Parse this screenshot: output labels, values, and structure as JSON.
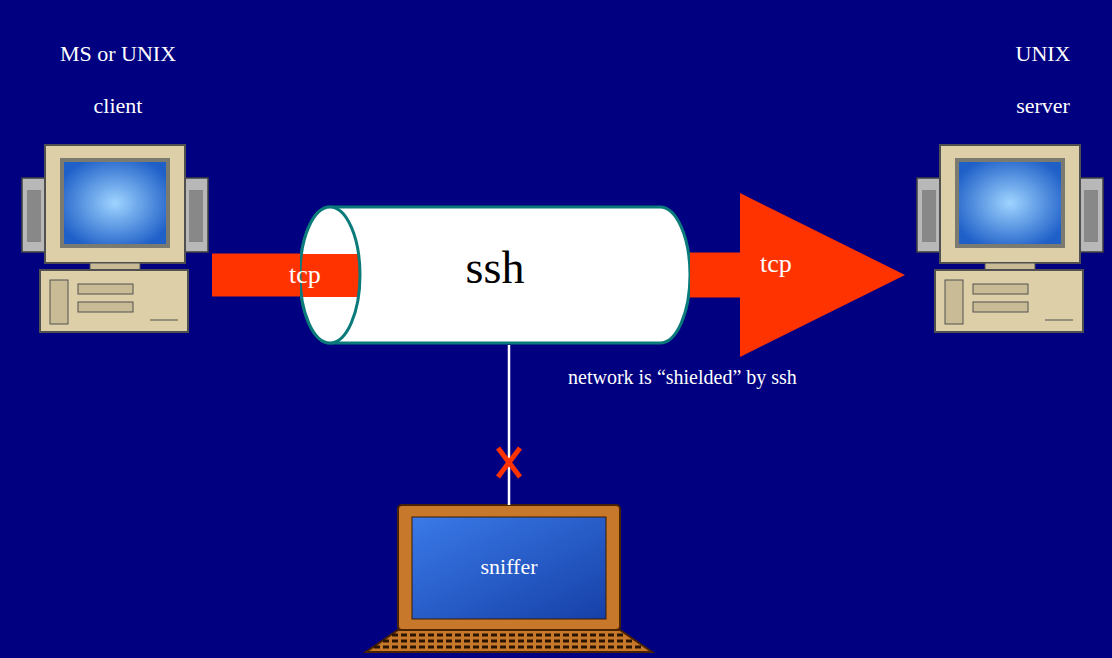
{
  "diagram": {
    "nodes": [
      {
        "text": [
          "MS or UNIX client"
        ]
      },
      {
        "text": [
          "ssh"
        ]
      },
      {
        "text": [
          "UNIX server"
        ]
      },
      {
        "text": [
          "sniffer"
        ]
      }
    ],
    "edges": [
      {
        "from": 0,
        "to": 1,
        "label": "tcp",
        "arrow": "none"
      },
      {
        "from": 1,
        "to": 2,
        "label": "tcp",
        "arrow": "to"
      },
      {
        "from": 3,
        "to": 1,
        "arrow": "none"
      }
    ],
    "labels": [
      "network is “shielded” by ssh"
    ]
  }
}
